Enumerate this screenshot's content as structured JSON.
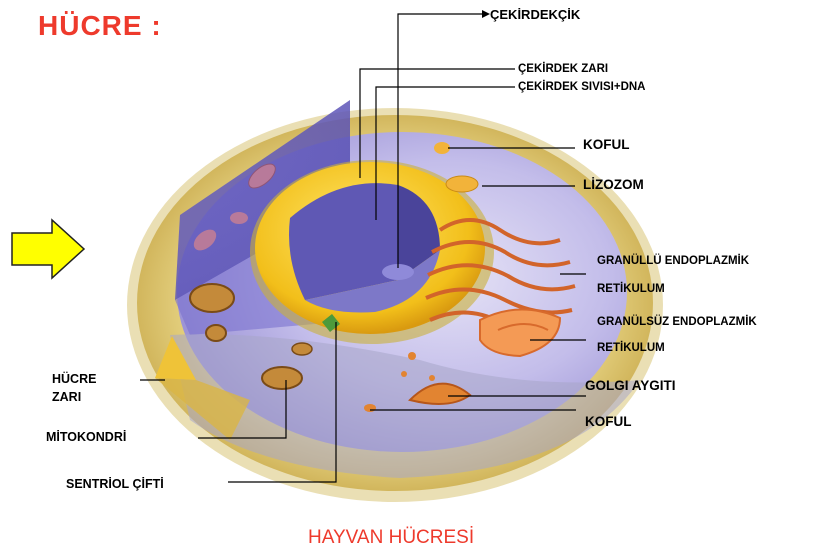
{
  "page": {
    "title": "HÜCRE :",
    "caption": "HAYVAN HÜCRESİ"
  },
  "labels": {
    "cekirdekcik": "ÇEKİRDEKÇİK",
    "cekirdek_zari": "ÇEKİRDEK ZARI",
    "cekirdek_sivisi": "ÇEKİRDEK SIVISI+DNA",
    "koful_top": "KOFUL",
    "lizozom": "LİZOZOM",
    "granullu_er_line1": "GRANÜLLÜ ENDOPLAZMİK",
    "granullu_er_line2": "RETİKULUM",
    "granulsuz_er_line1": "GRANÜLSÜZ ENDOPLAZMİK",
    "granulsuz_er_line2": "RETİKULUM",
    "golgi": "GOLGI AYGITI",
    "koful_bottom": "KOFUL",
    "hucre_zari_line1": "HÜCRE",
    "hucre_zari_line2": "ZARI",
    "mitokondri": "MİTOKONDRİ",
    "sentriol": "SENTRİOL ÇİFTİ"
  },
  "colors": {
    "title_red": "#ee3a2c",
    "arrow_yellow": "#ffff00",
    "cytoplasm_lavender": "#b9b3e6",
    "membrane_yellow": "#e7cf5e",
    "nucleus_yellow": "#f2c51f",
    "er_orange": "#e2682a"
  },
  "icons": {
    "pointer_arrow": "right-arrow-icon"
  }
}
